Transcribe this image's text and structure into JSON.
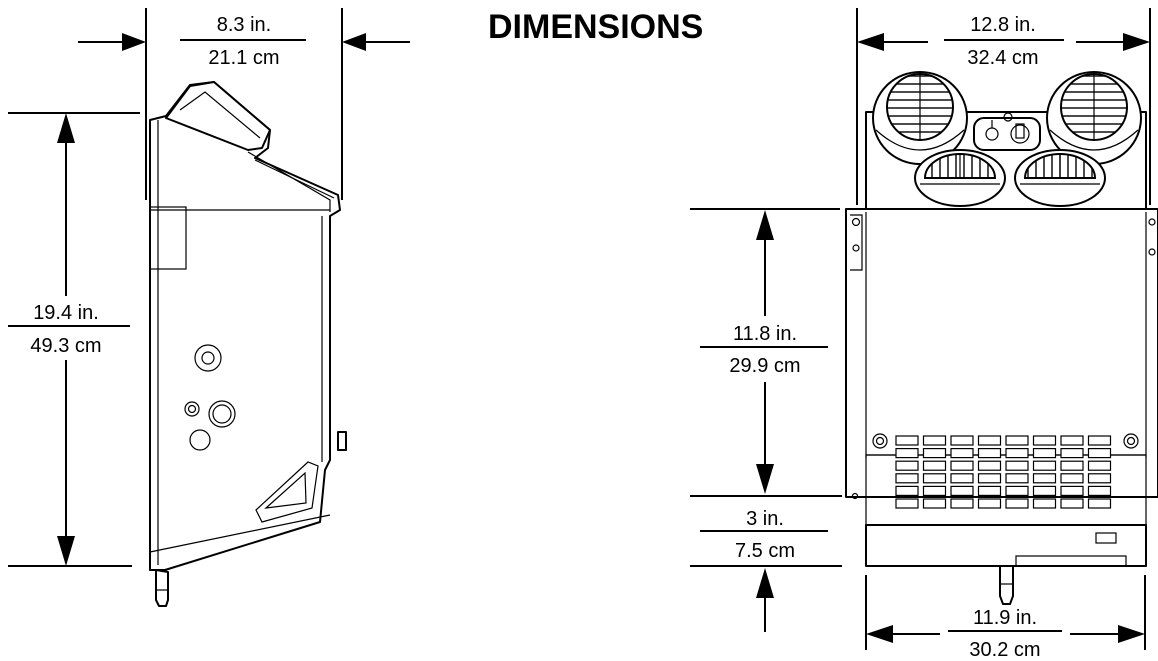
{
  "title": "DIMENSIONS",
  "side_view": {
    "width": {
      "in": "8.3 in.",
      "cm": "21.1 cm"
    },
    "height": {
      "in": "19.4 in.",
      "cm": "49.3 cm"
    }
  },
  "front_view": {
    "width_top": {
      "in": "12.8 in.",
      "cm": "32.4 cm"
    },
    "panel_height": {
      "in": "11.8 in.",
      "cm": "29.9 cm"
    },
    "bottom_height": {
      "in": "3 in.",
      "cm": "7.5 cm"
    },
    "width_bottom": {
      "in": "11.9 in.",
      "cm": "30.2 cm"
    }
  }
}
